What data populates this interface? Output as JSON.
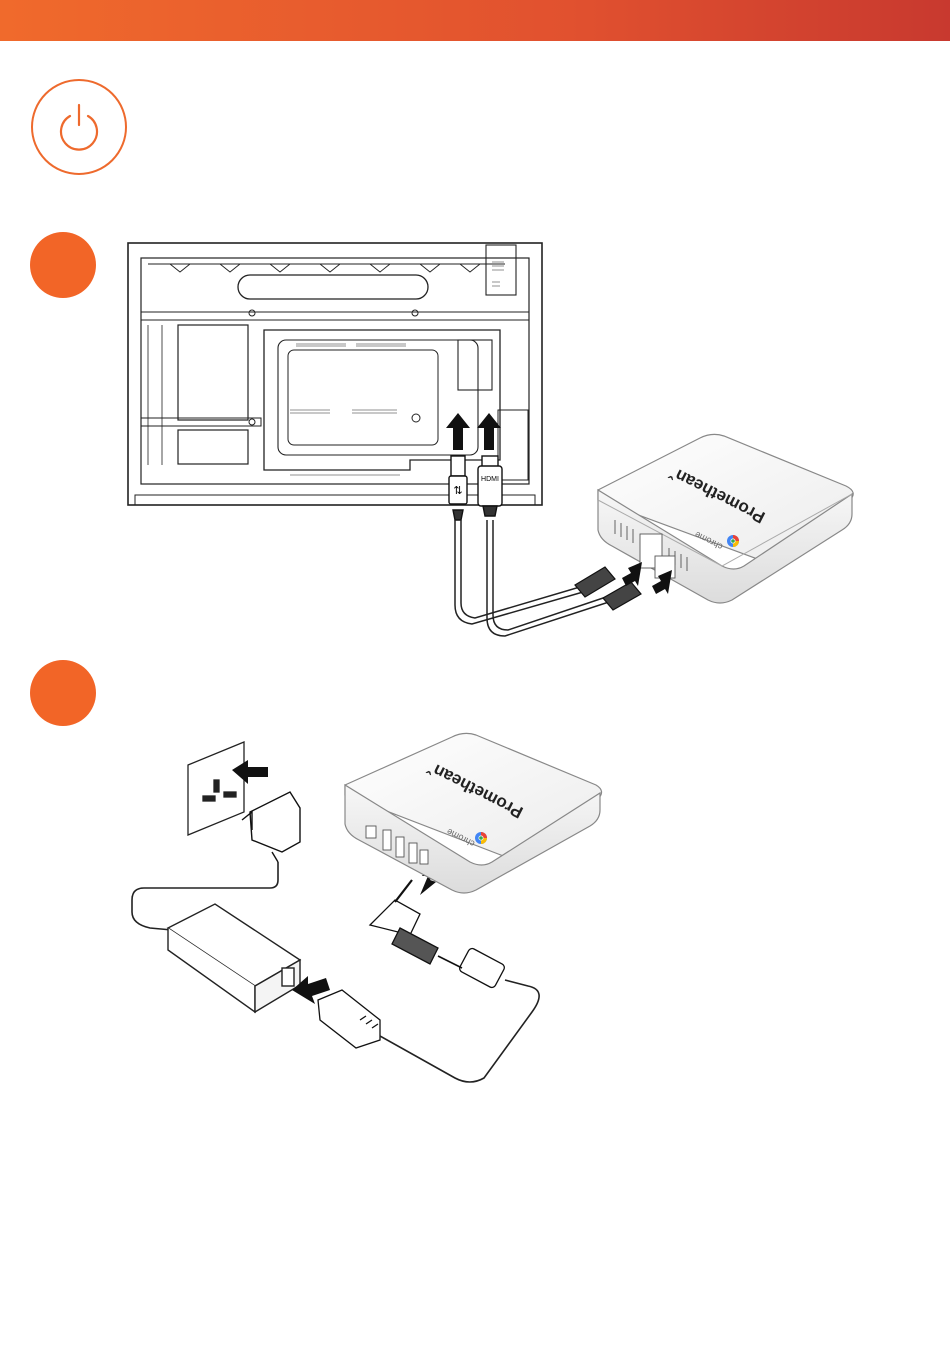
{
  "colors": {
    "accent": "#f26527",
    "header_gradient_start": "#f06a2c",
    "header_gradient_end": "#c8392f"
  },
  "icons": [
    "power-icon",
    "usb-icon",
    "hdmi-icon",
    "arrow-up-icon",
    "arrow-right-icon"
  ],
  "step1": {
    "box_brand": "Prometheanˇ",
    "box_sub": "chrome",
    "port_hdmi": "HDMI",
    "port_usb": "⇅"
  },
  "step2": {
    "box_brand": "Prometheanˇ",
    "box_sub": "chrome"
  }
}
